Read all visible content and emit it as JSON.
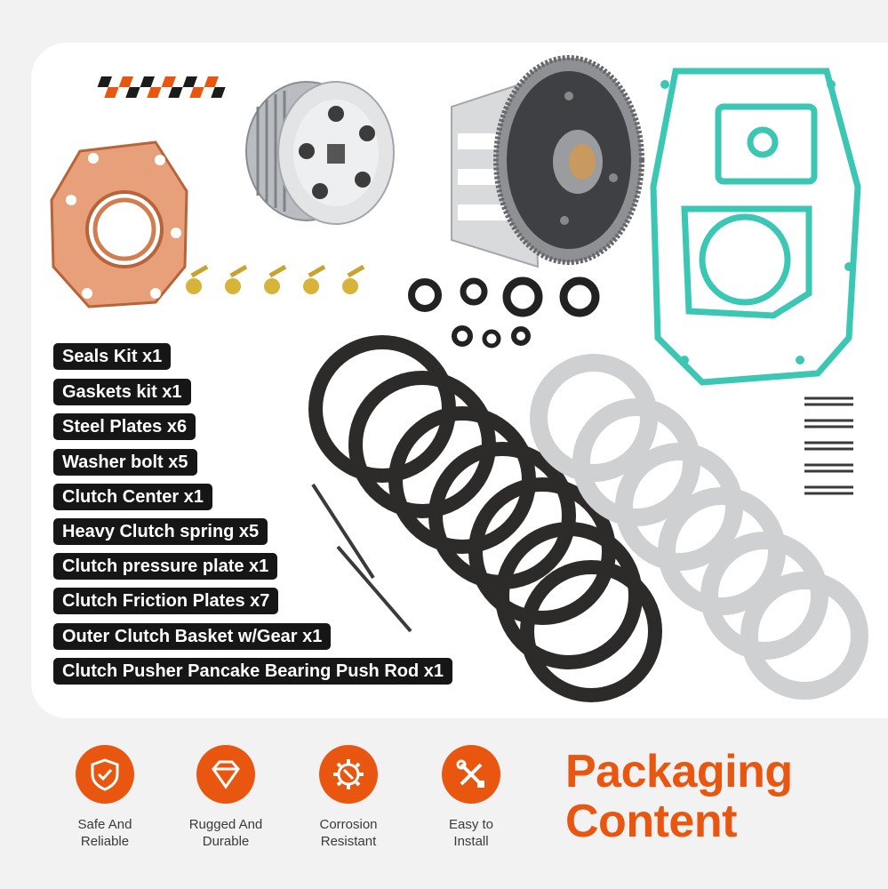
{
  "items": [
    "Seals Kit x1",
    "Gaskets kit x1",
    "Steel Plates x6",
    "Washer bolt x5",
    "Clutch Center x1",
    "Heavy Clutch spring x5",
    "Clutch pressure plate x1",
    "Clutch Friction Plates x7",
    "Outer Clutch Basket w/Gear x1",
    "Clutch Pusher Pancake Bearing Push Rod x1"
  ],
  "features": [
    {
      "line1": "Safe And",
      "line2": "Reliable",
      "icon": "shield-check-icon"
    },
    {
      "line1": "Rugged And",
      "line2": "Durable",
      "icon": "diamond-icon"
    },
    {
      "line1": "Corrosion",
      "line2": "Resistant",
      "icon": "gear-wrench-icon"
    },
    {
      "line1": "Easy to",
      "line2": "Install",
      "icon": "tools-icon"
    }
  ],
  "heading": {
    "line1": "Packaging",
    "line2": "Content"
  },
  "colors": {
    "accent": "#e8560f",
    "pill_bg": "#161616",
    "gasket_green": "#3cc6b4",
    "copper": "#e39a6e"
  }
}
